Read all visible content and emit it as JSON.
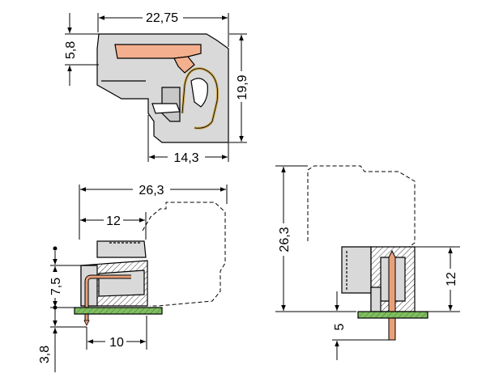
{
  "colors": {
    "body": "#d9d9d9",
    "lever": "#f4b08e",
    "pcb": "#7fbf5f",
    "pin": "#e8a07a",
    "spring": "#f2cf8a",
    "line": "#000000"
  },
  "top_view": {
    "width": "22,75",
    "height_lever": "5,8",
    "height_total": "19,9",
    "base_width": "14,3"
  },
  "front_view": {
    "width_total": "26,3",
    "width_body": "12",
    "height_pin_row": "7,5",
    "pitch": "10",
    "pin_depth": "3,8"
  },
  "side_view": {
    "height_total": "26,3",
    "height_body": "12",
    "pin_length": "5"
  }
}
